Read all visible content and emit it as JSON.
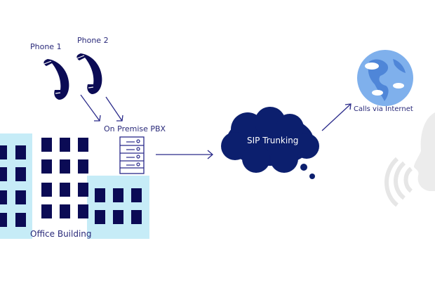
{
  "diagram": {
    "title": "SIP Trunking network diagram",
    "nodes": {
      "phone1": {
        "label": "Phone 1",
        "icon": "phone-handset-icon"
      },
      "phone2": {
        "label": "Phone 2",
        "icon": "phone-handset-icon"
      },
      "pbx": {
        "label": "On Premise PBX",
        "icon": "server-rack-icon"
      },
      "building": {
        "label": "Office Building",
        "icon": "office-building-icon"
      },
      "sip": {
        "label": "SIP Trunking",
        "icon": "cloud-icon"
      },
      "internet": {
        "label": "Calls via Internet",
        "icon": "globe-icon"
      },
      "speaker": {
        "icon": "speaking-head-icon"
      }
    },
    "edges": [
      {
        "from": "Phone 1",
        "to": "On Premise PBX"
      },
      {
        "from": "Phone 2",
        "to": "On Premise PBX"
      },
      {
        "from": "On Premise PBX",
        "to": "SIP Trunking"
      },
      {
        "from": "SIP Trunking",
        "to": "Calls via Internet"
      }
    ],
    "colors": {
      "primary": "#0b0b55",
      "cloud": "#0c1f6e",
      "building": "#c6ecf7",
      "arrow": "#2a2a8a",
      "globe": "#7fb0ec"
    }
  }
}
